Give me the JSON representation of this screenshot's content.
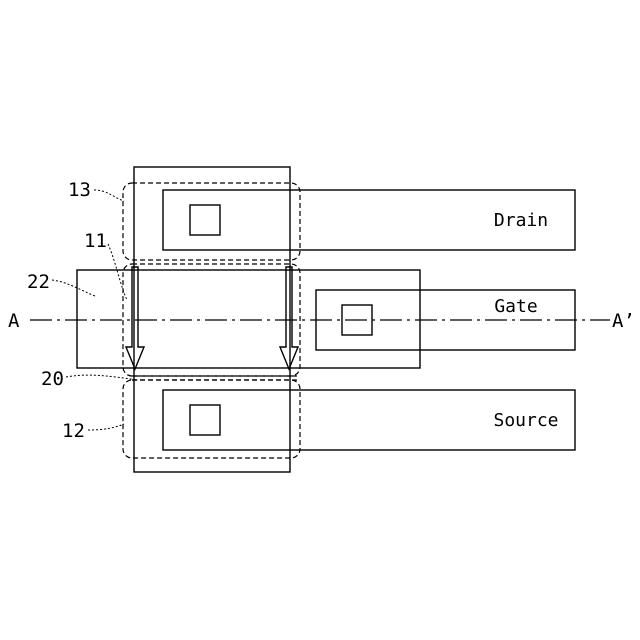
{
  "terminals": {
    "drain": "Drain",
    "gate": "Gate",
    "source": "Source"
  },
  "section": {
    "left": "A",
    "right": "A’"
  },
  "refs": {
    "r13": "13",
    "r11": "11",
    "r22": "22",
    "r20": "20",
    "r12": "12"
  }
}
